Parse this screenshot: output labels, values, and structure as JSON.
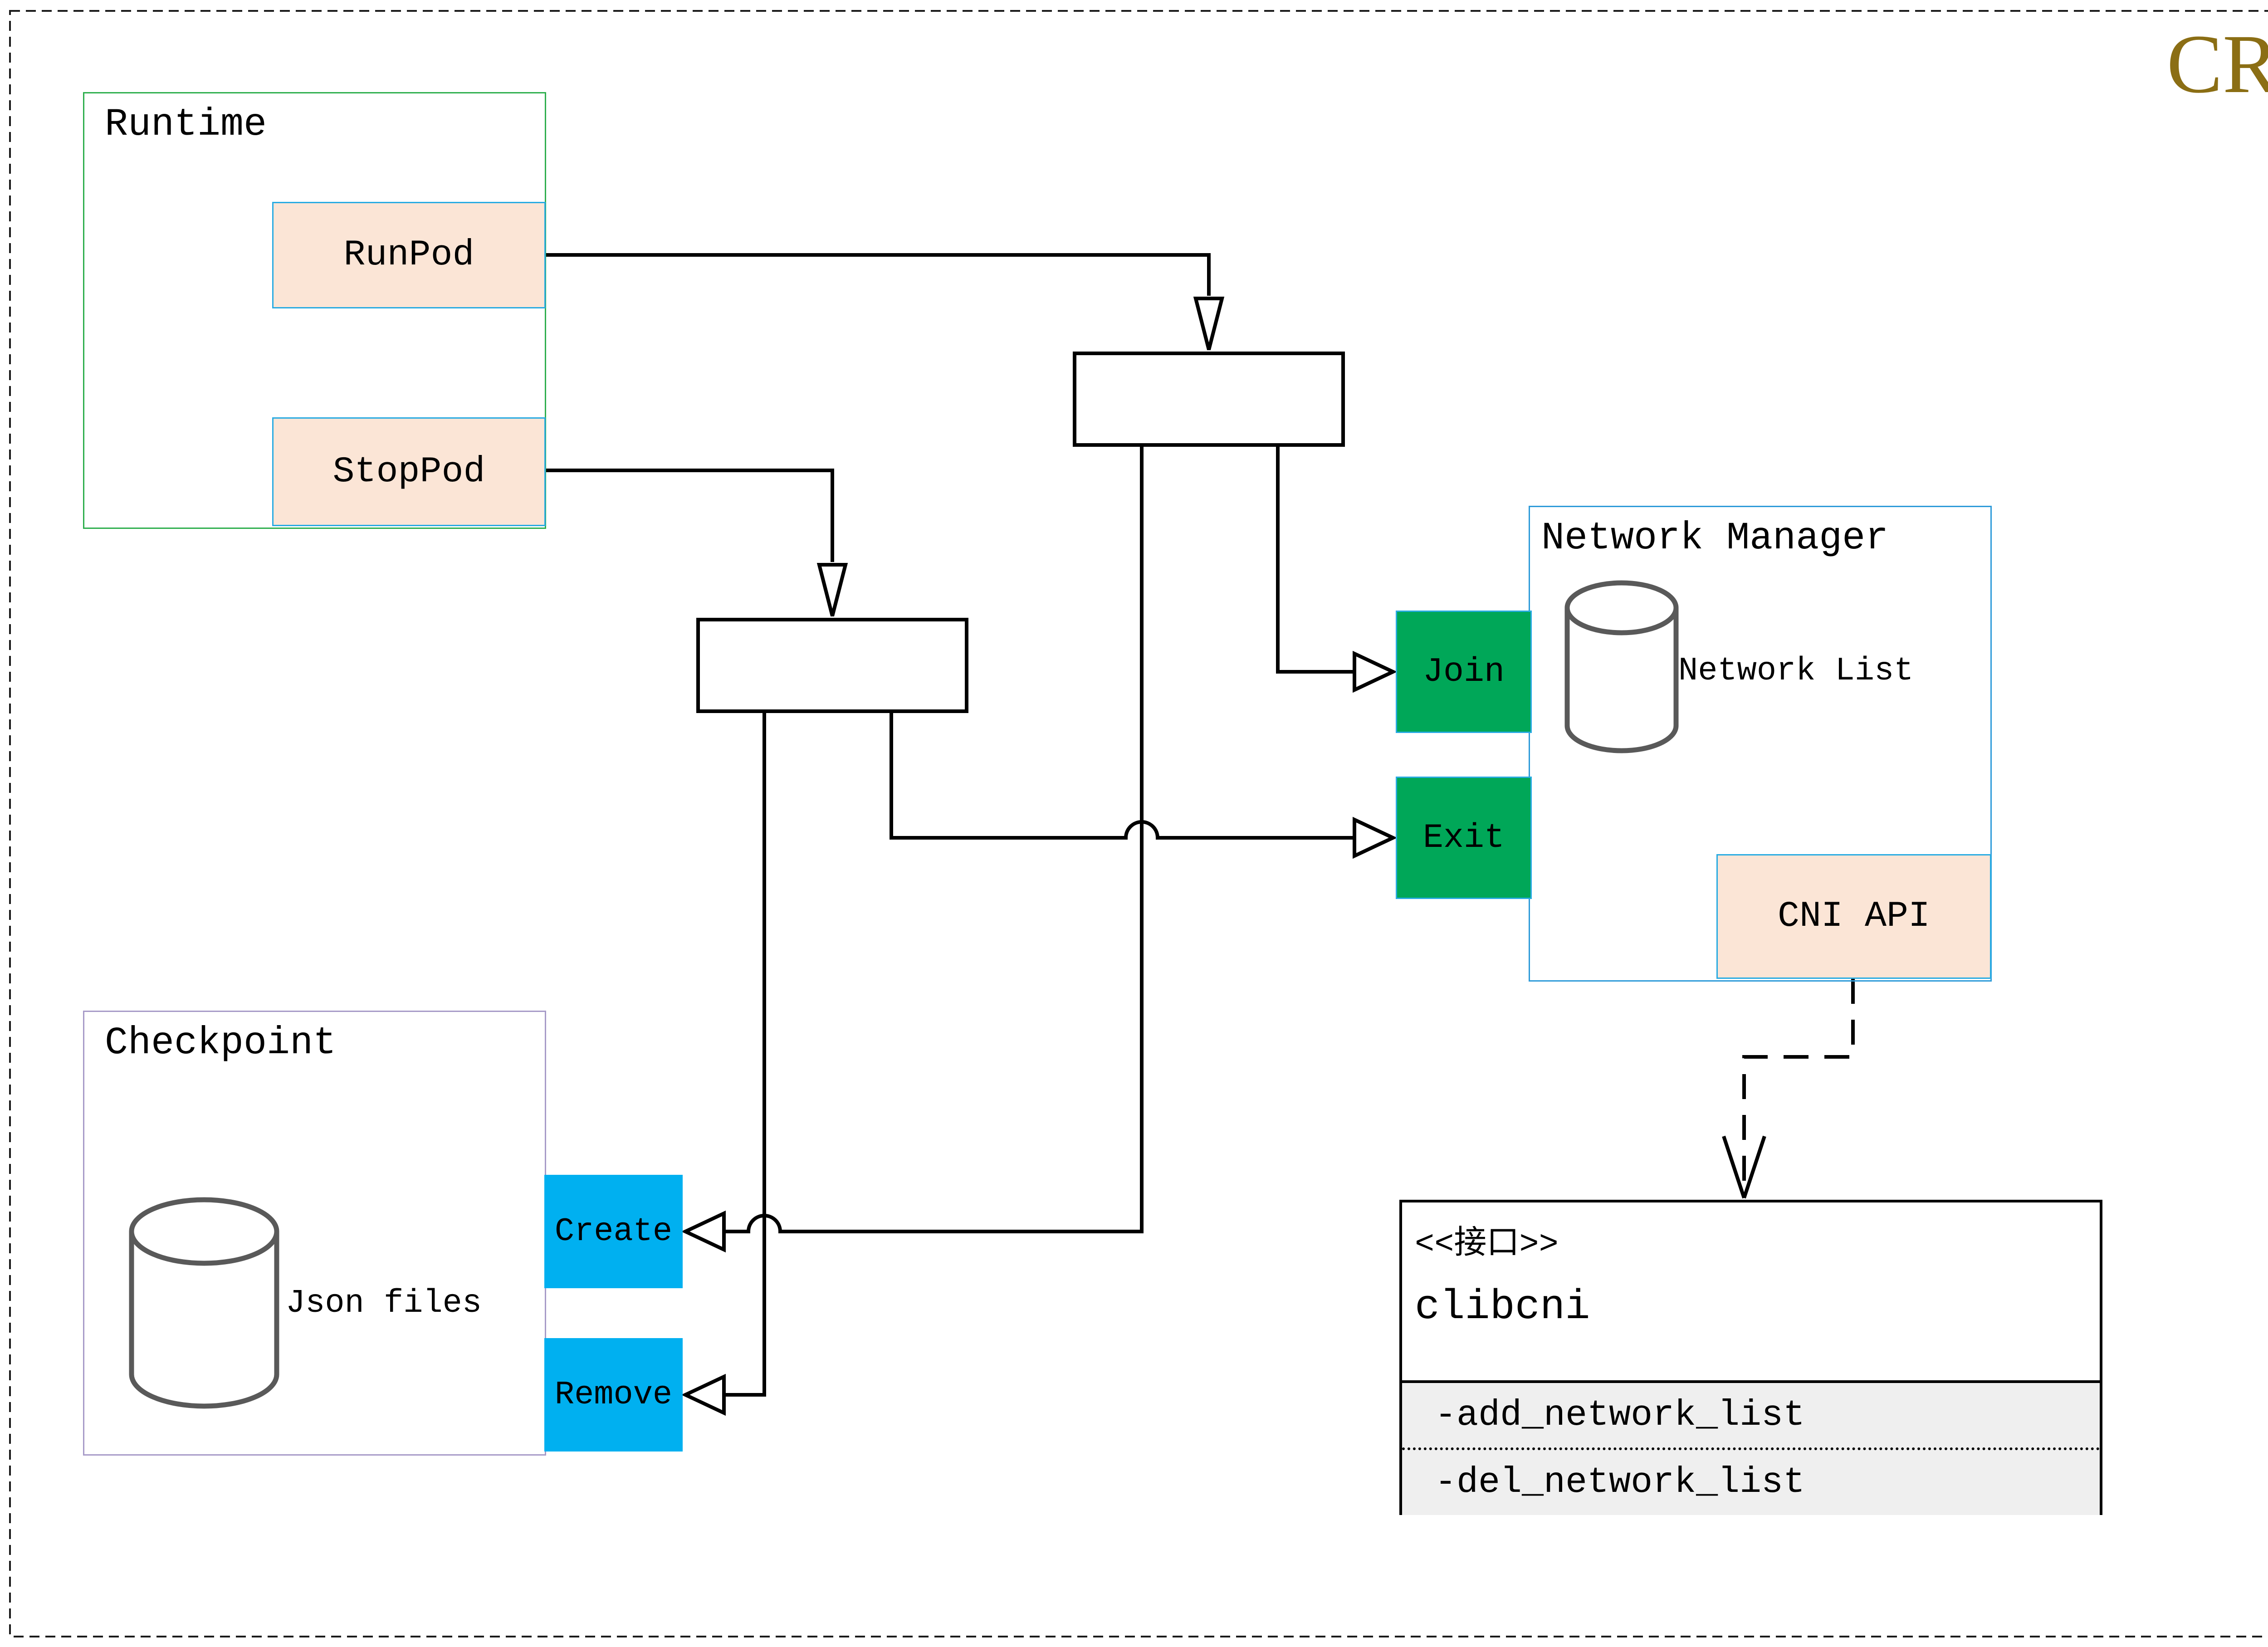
{
  "title": "CRI",
  "colors": {
    "cri_title": "#8B6E14",
    "runtime_border": "#2FAF4E",
    "network_manager_border": "#2E9BD9",
    "checkpoint_border": "#A79BC8",
    "peach_fill": "#FBE5D6",
    "peach_border": "#29ABE2",
    "green_button": "#00A758",
    "blue_button": "#00B0F0",
    "cylinder_stroke": "#595959",
    "methods_bg": "#EFEFEF"
  },
  "runtime": {
    "label": "Runtime",
    "runpod_label": "RunPod",
    "stoppod_label": "StopPod"
  },
  "network_manager": {
    "label": "Network Manager",
    "network_list_label": "Network List",
    "join_label": "Join",
    "exit_label": "Exit",
    "cni_api_label": "CNI API"
  },
  "checkpoint": {
    "label": "Checkpoint",
    "json_files_label": "Json files",
    "create_label": "Create",
    "remove_label": "Remove"
  },
  "clibcni": {
    "stereotype": "<<接口>>",
    "name": "clibcni",
    "methods": [
      "-add_network_list",
      "-del_network_list"
    ]
  }
}
